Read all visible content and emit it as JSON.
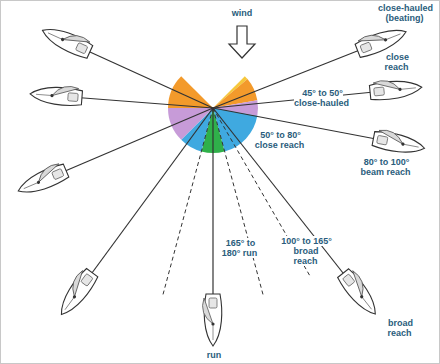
{
  "diagram": {
    "labels": [
      "wind",
      "close-hauled (beating)",
      "close reach",
      "45° to 50° close-hauled",
      "50° to 80° close reach",
      "80° to 100° beam reach",
      "100° to 165° broad reach",
      "165° to 180° run",
      "broad reach",
      "run"
    ]
  }
}
